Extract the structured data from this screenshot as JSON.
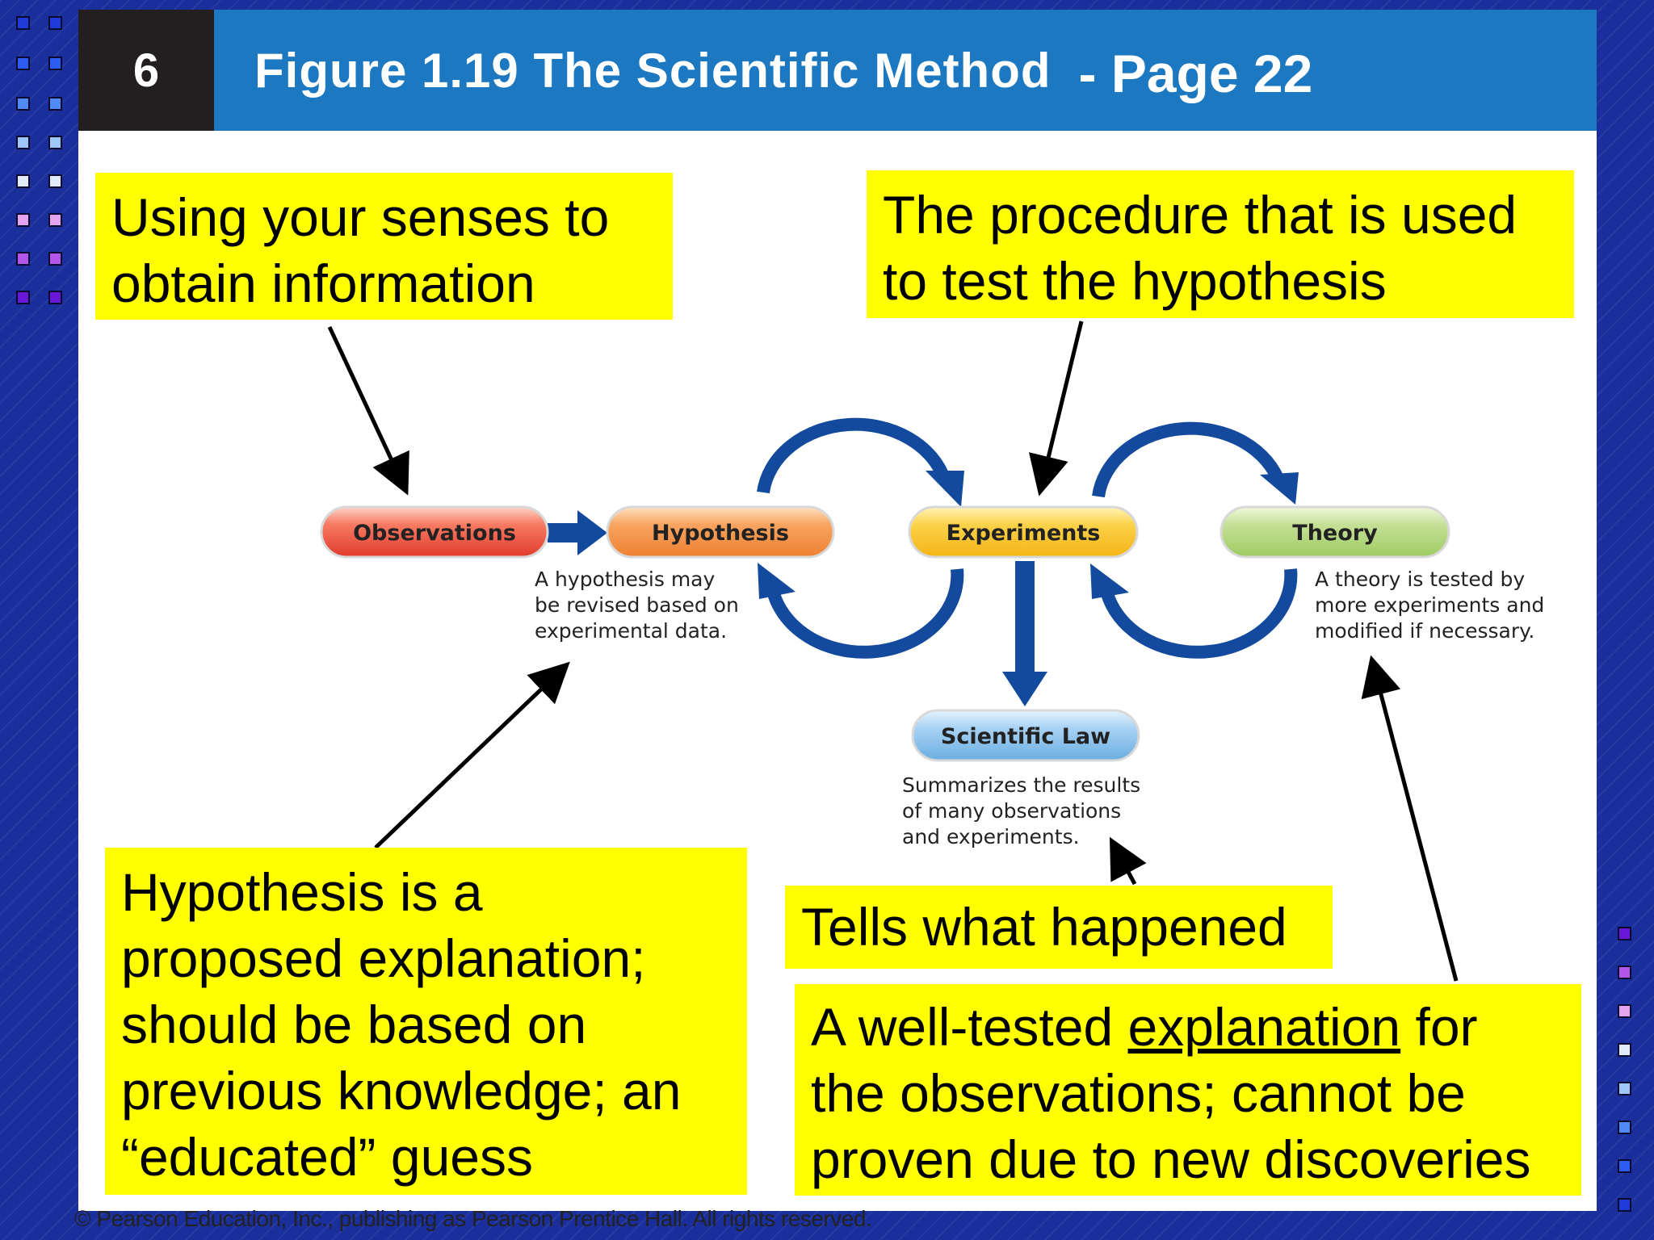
{
  "header": {
    "slide_number": "6",
    "title": "Figure 1.19 The Scientific Method",
    "page": "- Page 22"
  },
  "notes": {
    "observations": [
      "Using your senses to",
      "obtain information"
    ],
    "experiments": [
      "The procedure that is used",
      "to test the hypothesis"
    ],
    "hypothesis": [
      "Hypothesis is a",
      "proposed explanation;",
      "should be based on",
      "previous knowledge; an",
      "“educated” guess"
    ],
    "law": "Tells what happened",
    "theory": {
      "line1_before": "A well-tested ",
      "line1_underlined": "explanation",
      "line1_after": " for",
      "line2": "the observations; cannot be",
      "line3": "proven due to new discoveries"
    }
  },
  "diagram": {
    "steps": [
      "Observations",
      "Hypothesis",
      "Experiments",
      "Theory",
      "Scientific Law"
    ],
    "captions": {
      "hypothesis": [
        "A hypothesis may",
        "be revised based on",
        "experimental data."
      ],
      "theory": [
        "A theory is tested by",
        "more experiments and",
        "modified if necessary."
      ],
      "law": [
        "Summarizes the results",
        "of many observations",
        "and experiments."
      ]
    },
    "colors": {
      "observations": "#e8413a",
      "hypothesis": "#f28a35",
      "experiments": "#f8c020",
      "theory": "#a6cf6a",
      "law": "#6aaee0",
      "cycle_arrows": "#134a9e"
    }
  },
  "footer": "© Pearson Education, Inc., publishing as Pearson Prentice Hall. All rights reserved.",
  "theme": {
    "background": "#1a2f9c",
    "header_bar": "#1c78c0",
    "header_num_bg": "#231f20",
    "note_bg": "#ffff00"
  }
}
